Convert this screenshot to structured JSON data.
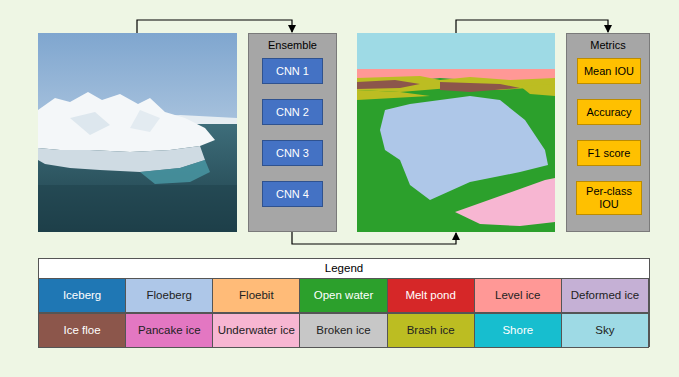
{
  "diagram": {
    "nodes": [
      {
        "text": [
          "Ensemble"
        ]
      },
      {
        "text": [
          "CNN 1"
        ],
        "in": 0
      },
      {
        "text": [
          "CNN 2"
        ],
        "in": 0
      },
      {
        "text": [
          "CNN 3"
        ],
        "in": 0
      },
      {
        "text": [
          "CNN 4"
        ],
        "in": 0
      },
      {
        "text": [
          "Metrics"
        ]
      },
      {
        "text": [
          "Mean IOU"
        ],
        "in": 5
      },
      {
        "text": [
          "Accuracy"
        ],
        "in": 5
      },
      {
        "text": [
          "F1 score"
        ],
        "in": 5
      },
      {
        "text": [
          "Per-class IOU"
        ],
        "in": 5
      }
    ],
    "labels": [
      "Legend"
    ],
    "legend": [
      {
        "text": "Iceberg",
        "color": "#1f77b4"
      },
      {
        "text": "Floeberg",
        "color": "#aec7e8"
      },
      {
        "text": "Floebit",
        "color": "#ffbb78"
      },
      {
        "text": "Open water",
        "color": "#2ca02c"
      },
      {
        "text": "Melt pond",
        "color": "#d62728"
      },
      {
        "text": "Level ice",
        "color": "#ff9896"
      },
      {
        "text": "Deformed ice",
        "color": "#c5b0d5"
      },
      {
        "text": "Ice floe",
        "color": "#8c564b"
      },
      {
        "text": "Pancake ice",
        "color": "#e377c2"
      },
      {
        "text": "Underwater ice",
        "color": "#f7b6d2"
      },
      {
        "text": "Broken ice",
        "color": "#c7c7c7"
      },
      {
        "text": "Brash ice",
        "color": "#bcbd22"
      },
      {
        "text": "Shore",
        "color": "#17becf"
      },
      {
        "text": "Sky",
        "color": "#9edae5"
      }
    ]
  }
}
